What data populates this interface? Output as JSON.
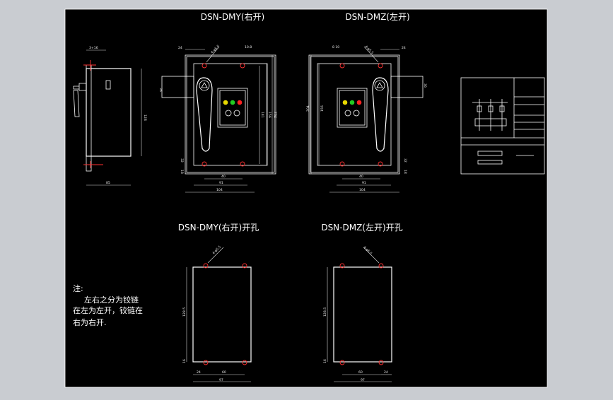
{
  "titles": {
    "dmy": "DSN-DMY(右开)",
    "dmz": "DSN-DMZ(左开)",
    "dmy_hole": "DSN-DMY(右开)开孔",
    "dmz_hole": "DSN-DMZ(左开)开孔"
  },
  "note": {
    "label": "注:",
    "line1": "左右之分为铰链",
    "line2": "在左为左开，铰链在",
    "line3": "右为右开."
  },
  "dims": {
    "side_top": "3+16",
    "side_bottom": "85",
    "side_height": "128",
    "dmy_24": "24",
    "dmy_hole": "4-φ5.5",
    "dmy_108": "10.8",
    "dmy_36": "36",
    "dmy_141": "141",
    "dmy_156": "156",
    "dmy_204": "204",
    "dmy_32": "32",
    "dmy_18": "18",
    "dmy_40": "40",
    "dmy_91": "91",
    "dmy_104": "104",
    "dmz_810": "8 10",
    "dmz_hole": "4-φ5.5",
    "dmz_24": "24",
    "dmz_36": "36",
    "dmz_204": "204",
    "dmz_156": "156",
    "dmz_32": "32",
    "dmz_18": "18",
    "dmz_40": "40",
    "dmz_91": "91",
    "dmz_104": "104",
    "hole_l_dia": "4-φ5.5",
    "hole_l_height": "128.5",
    "hole_l_16": "16",
    "hole_l_24": "24",
    "hole_l_60": "60",
    "hole_l_97": "97",
    "hole_r_dia": "4-φ5.5",
    "hole_r_height": "128.5",
    "hole_r_16": "16",
    "hole_r_60": "60",
    "hole_r_24": "24",
    "hole_r_97": "97"
  },
  "colors": {
    "background": "#000000",
    "frame": "#ffffff",
    "red_marks": "#ff3030",
    "lamp_yellow": "#e8d800",
    "lamp_green": "#22cc22",
    "lamp_red": "#ff2222"
  }
}
